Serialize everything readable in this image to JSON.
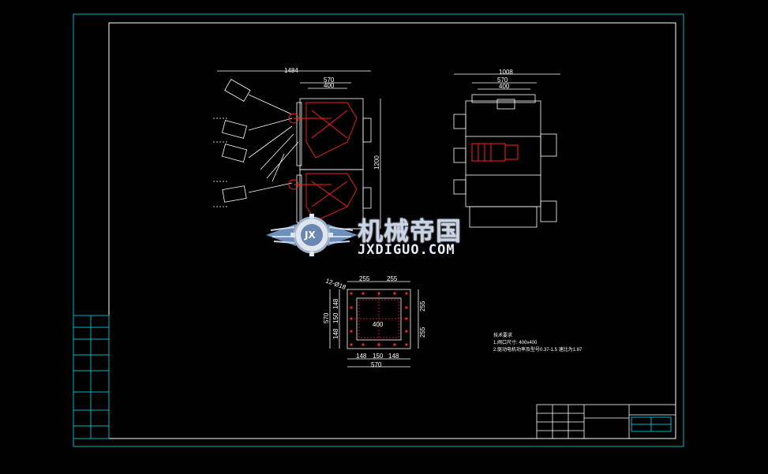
{
  "watermark": {
    "cn": "机械帝国",
    "en": "JXDIGUO.COM",
    "logo_letters": "JX"
  },
  "front_view": {
    "dim_total": "1484",
    "dim_upper": "570",
    "dim_inner": "400",
    "dim_height": "1200"
  },
  "side_view": {
    "dim_total": "1008",
    "dim_mid": "570",
    "dim_inner": "400"
  },
  "flange_view": {
    "dim_top_left": "255",
    "dim_top_right": "255",
    "dim_center": "400",
    "dim_left_total": "570",
    "dim_left_a": "148",
    "dim_left_b": "150",
    "dim_left_c": "148",
    "dim_right_a": "255",
    "dim_right_b": "255",
    "dim_bottom_a": "148",
    "dim_bottom_b": "150",
    "dim_bottom_c": "148",
    "dim_bottom_total": "570",
    "hole_note": "12-Ø18"
  },
  "notes": {
    "title": "技术要求",
    "line1": "1.阀口尺寸: 400x400",
    "line2": "2.驱动电机功率及型号0.37-1.5    速比为1:87"
  },
  "colors": {
    "border": "#00b4c8",
    "line": "#ffffff",
    "accent": "#ff2020"
  }
}
